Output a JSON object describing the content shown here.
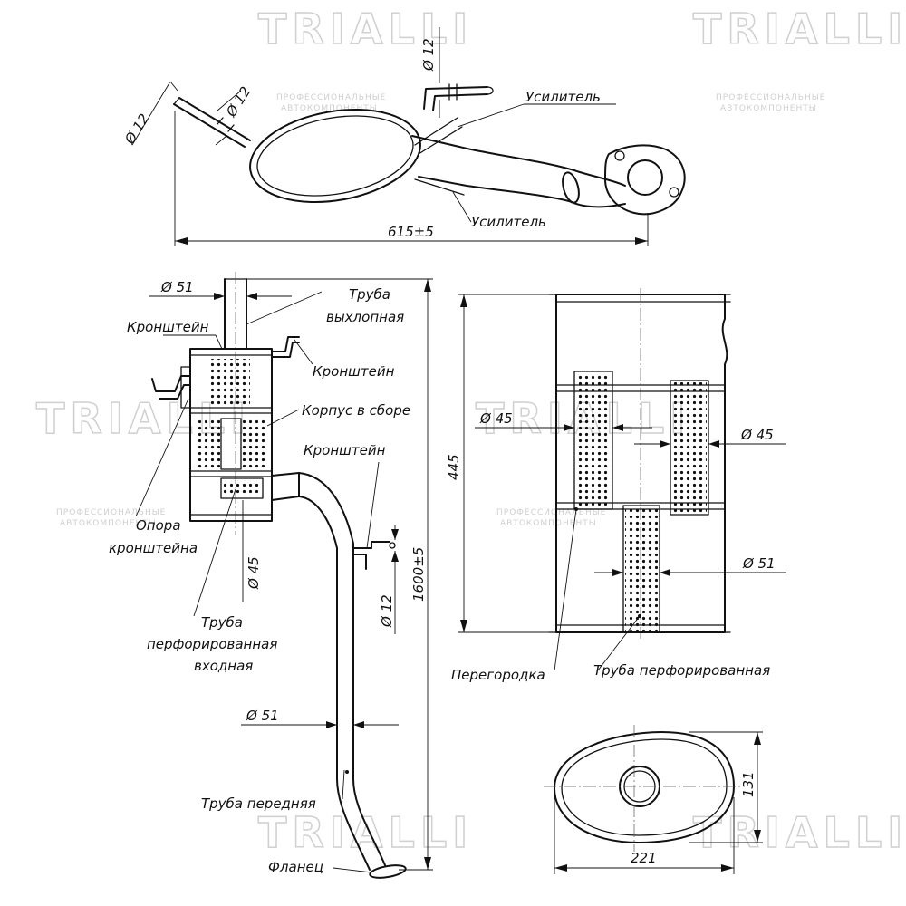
{
  "watermark": {
    "brand": "TRIALLI",
    "tagline_line1": "ПРОФЕССИОНАЛЬНЫЕ",
    "tagline_line2": "АВТОКОМПОНЕНТЫ"
  },
  "top_view": {
    "dim_length": "615±5",
    "dim_bracket_left_outer": "Ø 12",
    "dim_bracket_left_inner": "Ø 12",
    "dim_bracket_right": "Ø 12",
    "label_reinforcer_top": "Усилитель",
    "label_reinforcer_bottom": "Усилитель"
  },
  "side_view": {
    "dim_exhaust": "Ø 51",
    "dim_inlet_perf": "Ø 45",
    "dim_front_pipe": "Ø 51",
    "dim_bracket": "Ø 12",
    "dim_total_length": "1600±5",
    "label_exhaust_pipe_l1": "Труба",
    "label_exhaust_pipe_l2": "выхлопная",
    "label_bracket_left": "Кронштейн",
    "label_bracket_right": "Кронштейн",
    "label_body": "Корпус в сборе",
    "label_bracket_pipe": "Кронштейн",
    "label_support_l1": "Опора",
    "label_support_l2": "кронштейна",
    "label_inlet_l1": "Труба",
    "label_inlet_l2": "перфорированная",
    "label_inlet_l3": "входная",
    "label_front_pipe": "Труба передняя",
    "label_flange": "Фланец"
  },
  "section_view": {
    "dim_height": "445",
    "dim_perf_left": "Ø 45",
    "dim_perf_right": "Ø 45",
    "dim_outlet": "Ø 51",
    "label_baffle": "Перегородка",
    "label_perf_pipe": "Труба перфорированная"
  },
  "end_view": {
    "dim_width": "221",
    "dim_height": "131"
  }
}
